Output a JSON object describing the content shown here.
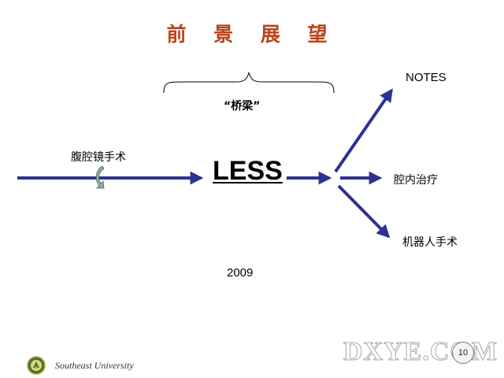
{
  "slide": {
    "title": "前 景 展 望",
    "bridge_label": "“桥梁”",
    "laparoscopy_label": "腹腔镜手术",
    "less_label": "LESS",
    "notes_label": "NOTES",
    "endoluminal_label": "腔内治疗",
    "robotic_label": "机器人手术",
    "year_label": "2009",
    "page_number": "10",
    "university": "Southeast University",
    "watermark": "DXYE.COM"
  },
  "colors": {
    "title": "#b8451d",
    "arrow": "#2e3192",
    "brace": "#000000",
    "logo_green": "#3c7a3a",
    "logo_gold": "#c9a227"
  },
  "icons": {
    "curved_arrow": "curved-arrow-icon",
    "logo": "university-logo-icon"
  }
}
